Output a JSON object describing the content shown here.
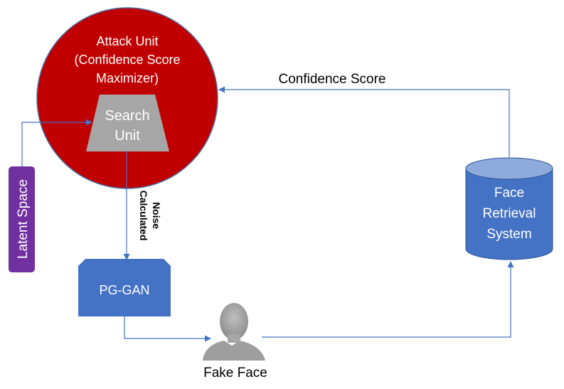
{
  "attack_unit": {
    "line1": "Attack Unit",
    "line2": "(Confidence Score",
    "line3": "Maximizer)",
    "color": "#c00000",
    "border_color": "#4a6fa5"
  },
  "search_unit": {
    "line1": "Search",
    "line2": "Unit",
    "color": "#a6a6a6"
  },
  "latent_space": {
    "label": "Latent Space",
    "color": "#7030a0"
  },
  "calculated_noise": {
    "line1": "Calculated",
    "line2": "Noise"
  },
  "pg_gan": {
    "label": "PG-GAN",
    "color": "#4472c4"
  },
  "fake_face": {
    "label": "Fake Face",
    "icon": "person-silhouette-icon"
  },
  "retrieval_system": {
    "line1": "Face",
    "line2": "Retrieval",
    "line3": "System",
    "color": "#4472c4",
    "top_color": "#8faadc"
  },
  "confidence_score": {
    "label": "Confidence Score"
  },
  "arrow_color": "#4472c4"
}
